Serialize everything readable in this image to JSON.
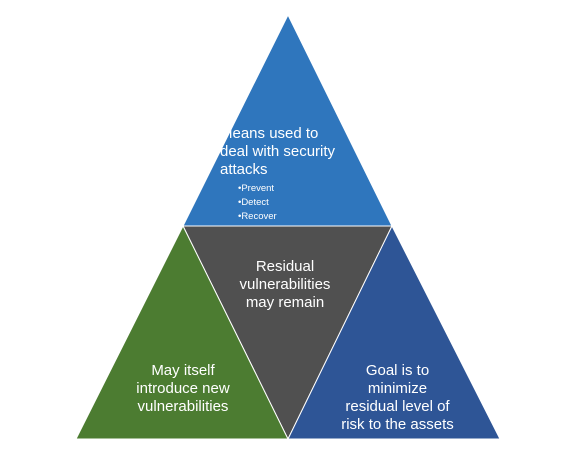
{
  "triangles": {
    "top": {
      "title": "Means used to deal with security attacks",
      "bullets": [
        "•Prevent",
        "•Detect",
        "•Recover"
      ],
      "color": "#2f76bd"
    },
    "center": {
      "label": "Residual vulnerabilities may remain",
      "color": "#505050"
    },
    "left": {
      "label": "May itself introduce new vulnerabilities",
      "color": "#4c7c31"
    },
    "right": {
      "label": "Goal is to minimize residual level of risk to the assets",
      "color": "#2e5596"
    }
  }
}
